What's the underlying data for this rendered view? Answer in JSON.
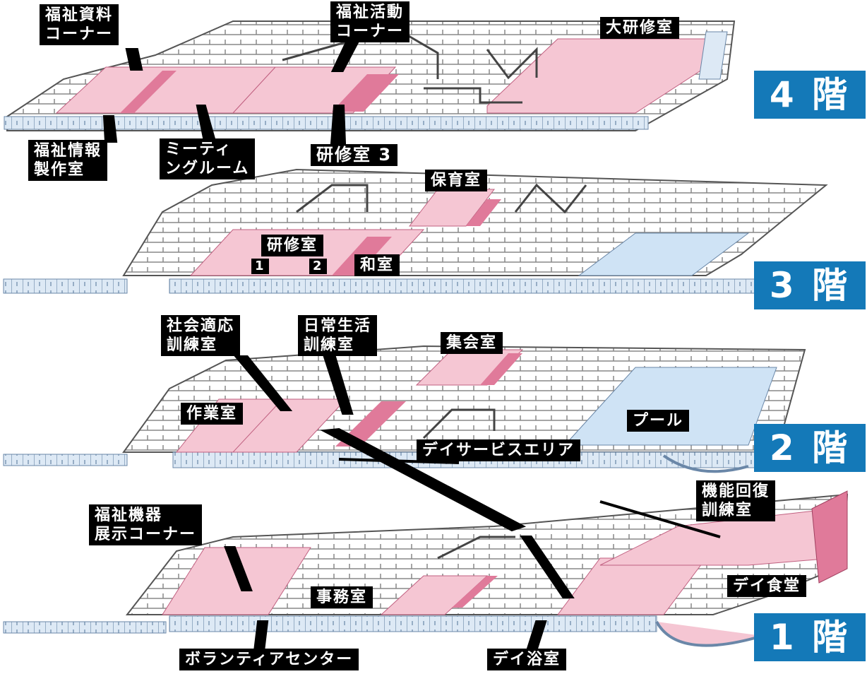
{
  "colors": {
    "pink": "#f5c6d3",
    "pink_dark": "#e07a9a",
    "blue": "#cfe3f5",
    "outline": "#555555",
    "floor_badge": "#1479b8",
    "label_bg": "#000000"
  },
  "floors": {
    "f4": {
      "label": "4 階"
    },
    "f3": {
      "label": "3 階"
    },
    "f2": {
      "label": "2 階"
    },
    "f1": {
      "label": "1 階"
    }
  },
  "labels": {
    "welfare_materials_corner": "福祉資料\nコーナー",
    "welfare_activity_corner": "福祉活動\nコーナー",
    "large_training_room": "大研修室",
    "welfare_info_production": "福祉情報\n製作室",
    "meeting_room": "ミーティ\nングルーム",
    "training_room_3": "研修室 3",
    "nursery_room": "保育室",
    "training_room_12": "研修室",
    "training_room_1_num": "1",
    "training_room_2_num": "2",
    "japanese_room": "和室",
    "social_adaptation_training": "社会適応\n訓練室",
    "daily_living_training": "日常生活\n訓練室",
    "assembly_room": "集会室",
    "workshop_room": "作業室",
    "pool": "プール",
    "day_service_area": "デイサービスエリア",
    "functional_recovery_training": "機能回復\n訓練室",
    "welfare_equipment_display": "福祉機器\n展示コーナー",
    "office": "事務室",
    "day_dining_room": "デイ食堂",
    "volunteer_center": "ボランティアセンター",
    "day_bath": "デイ浴室"
  }
}
